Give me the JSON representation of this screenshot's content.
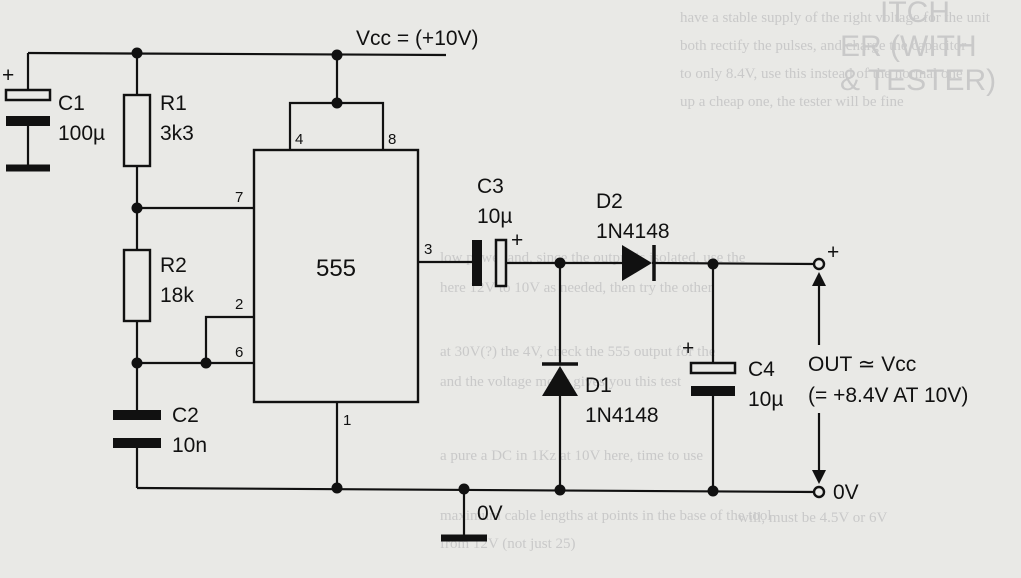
{
  "supply": {
    "label": "Vcc = (+10V)"
  },
  "ground": {
    "label": "0V"
  },
  "ic": {
    "name": "555",
    "pins": [
      "4",
      "8",
      "7",
      "3",
      "2",
      "6",
      "1"
    ]
  },
  "components": {
    "c1": {
      "name": "C1",
      "value": "100µ"
    },
    "r1": {
      "name": "R1",
      "value": "3k3"
    },
    "r2": {
      "name": "R2",
      "value": "18k"
    },
    "c2": {
      "name": "C2",
      "value": "10n"
    },
    "c3": {
      "name": "C3",
      "value": "10µ"
    },
    "d2": {
      "name": "D2",
      "value": "1N4148"
    },
    "d1": {
      "name": "D1",
      "value": "1N4148"
    },
    "c4": {
      "name": "C4",
      "value": "10µ"
    }
  },
  "output": {
    "label": "OUT ≃ Vcc",
    "note": "(= +8.4V AT 10V)",
    "plus": "+",
    "zero": "0V"
  },
  "polarity": {
    "plus": "+"
  },
  "background_text": {
    "lines": [
      "have a stable supply of the right voltage for the unit",
      "both rectify the pulses, and charge the capacitor",
      "to only 8.4V, use this instead of the normal one",
      "up a cheap one, the tester will be fine",
      "low power and, since the output is isolated, use the",
      "here 12V to 10V as needed, then try the other",
      "at 30V(?) the 4V, check the 555 output for the",
      "and the voltage meter gives you this test",
      "a pure a DC in 1Kz at 10V here, time to use",
      "maximum cable lengths at points in the base of the tool",
      "from 12V (not just 25)"
    ],
    "heading": [
      "ITCH",
      "ER (WITH",
      "& TESTER)"
    ],
    "footer": "will, must be 4.5V or 6V"
  }
}
